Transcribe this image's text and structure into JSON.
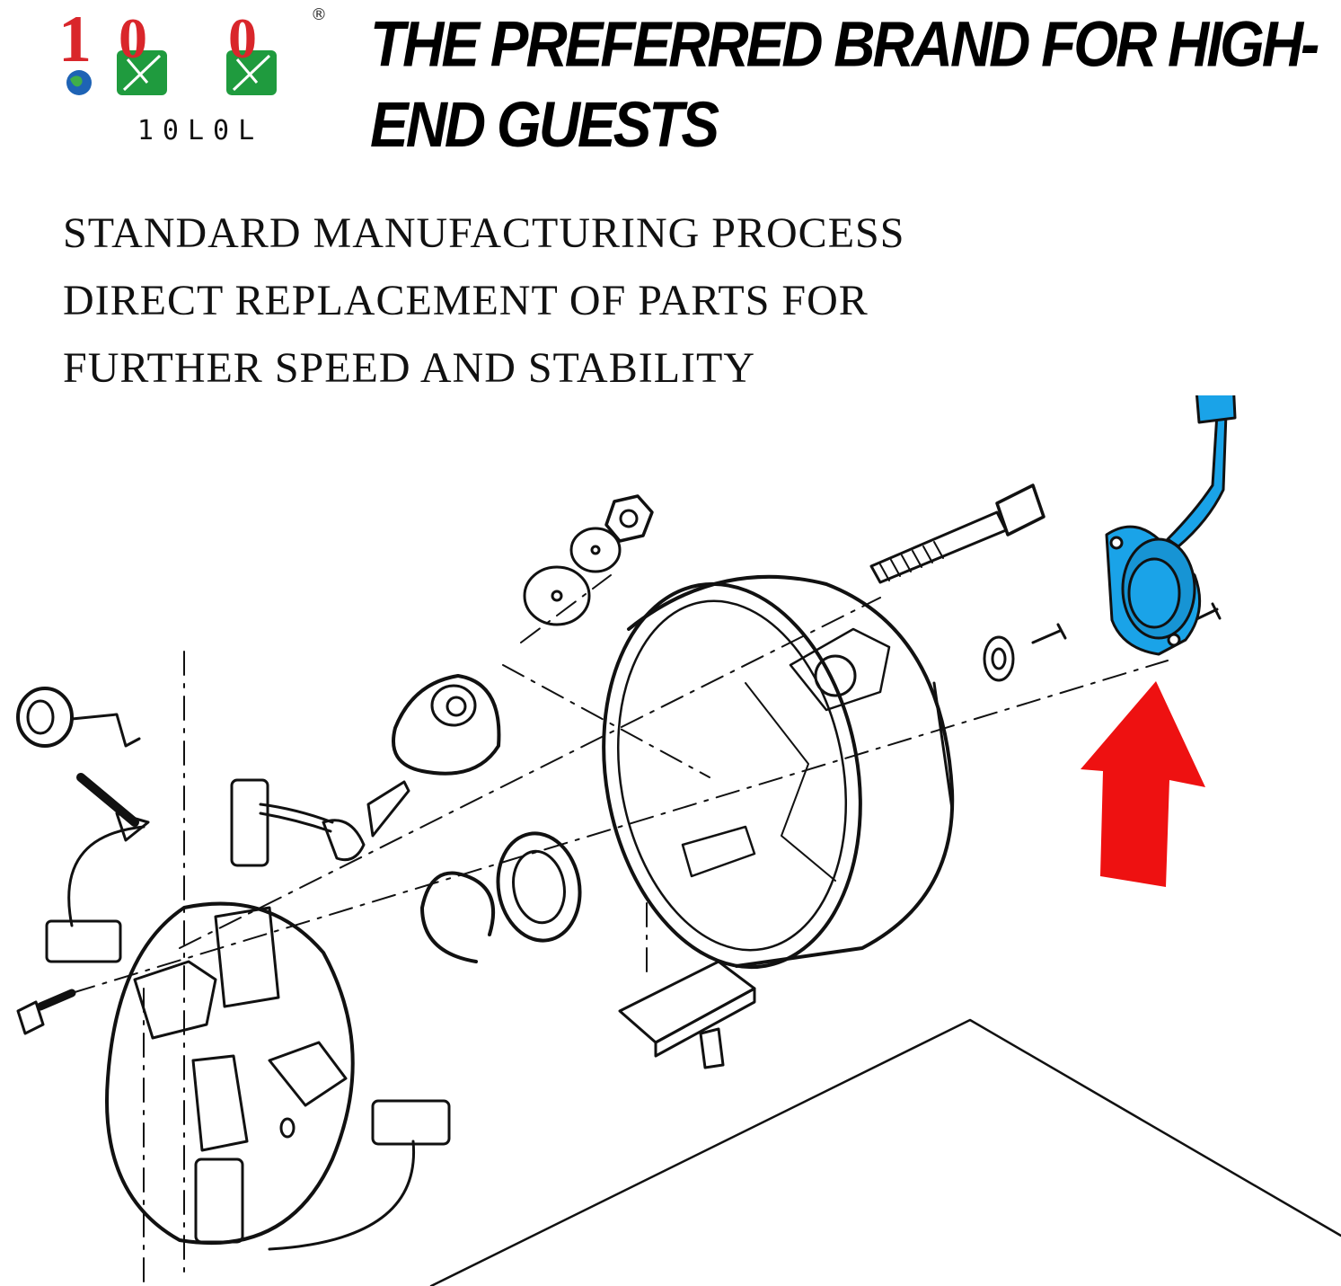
{
  "brand": {
    "logo_digits": [
      "1",
      "0",
      "0"
    ],
    "caption": "10L0L",
    "registered_mark": "®",
    "colors": {
      "red": "#d9262b",
      "green": "#1f9b3e",
      "blue": "#1e63b5"
    }
  },
  "headline": "THE PREFERRED BRAND FOR HIGH-END GUESTS",
  "features": [
    "STANDARD MANUFACTURING PROCESS",
    "DIRECT REPLACEMENT OF PARTS FOR",
    "FURTHER SPEED AND STABILITY"
  ],
  "diagram": {
    "highlight_color": "#1aa3e8",
    "arrow_color": "#ee1111"
  }
}
